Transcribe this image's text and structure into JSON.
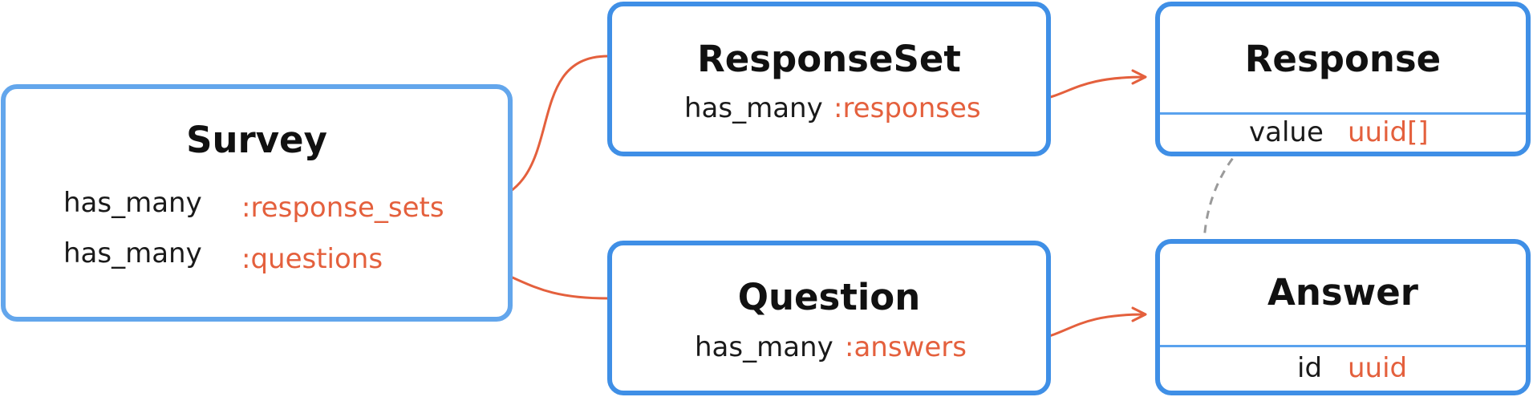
{
  "survey": {
    "title": "Survey",
    "rows": [
      {
        "keyword": "has_many",
        "value": ":response_sets"
      },
      {
        "keyword": "has_many",
        "value": ":questions"
      }
    ]
  },
  "response_set": {
    "title": "ResponseSet",
    "row": {
      "keyword": "has_many",
      "value": ":responses"
    }
  },
  "question": {
    "title": "Question",
    "row": {
      "keyword": "has_many",
      "value": ":answers"
    }
  },
  "response": {
    "title": "Response",
    "field": {
      "name": "value",
      "type": "uuid[]"
    }
  },
  "answer": {
    "title": "Answer",
    "field": {
      "name": "id",
      "type": "uuid"
    }
  },
  "colors": {
    "border": "#3f8fe6",
    "survey_border": "#63a6ec",
    "association": "#e4603d",
    "reference": "#9a9a9a",
    "text": "#1a1a1a"
  }
}
